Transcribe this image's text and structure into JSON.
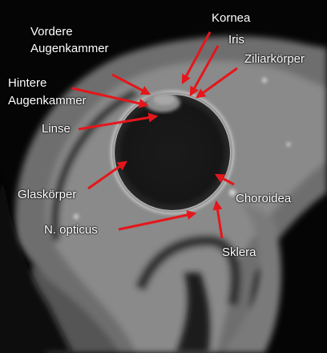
{
  "image": {
    "description_type": "MRI-Aufnahme des Auges mit Beschriftung",
    "arrow_color": "#e5161b",
    "text_color": "#ffffff"
  },
  "labels": {
    "kornea": "Kornea",
    "vordere_1": "Vordere",
    "vordere_2": "Augenkammer",
    "iris": "Iris",
    "ziliar": "Ziliarkörper",
    "hintere_1": "Hintere",
    "hintere_2": "Augenkammer",
    "linse": "Linse",
    "glas": "Glaskörper",
    "choroidea": "Choroidea",
    "opticus": "N. opticus",
    "sklera": "Sklera"
  }
}
